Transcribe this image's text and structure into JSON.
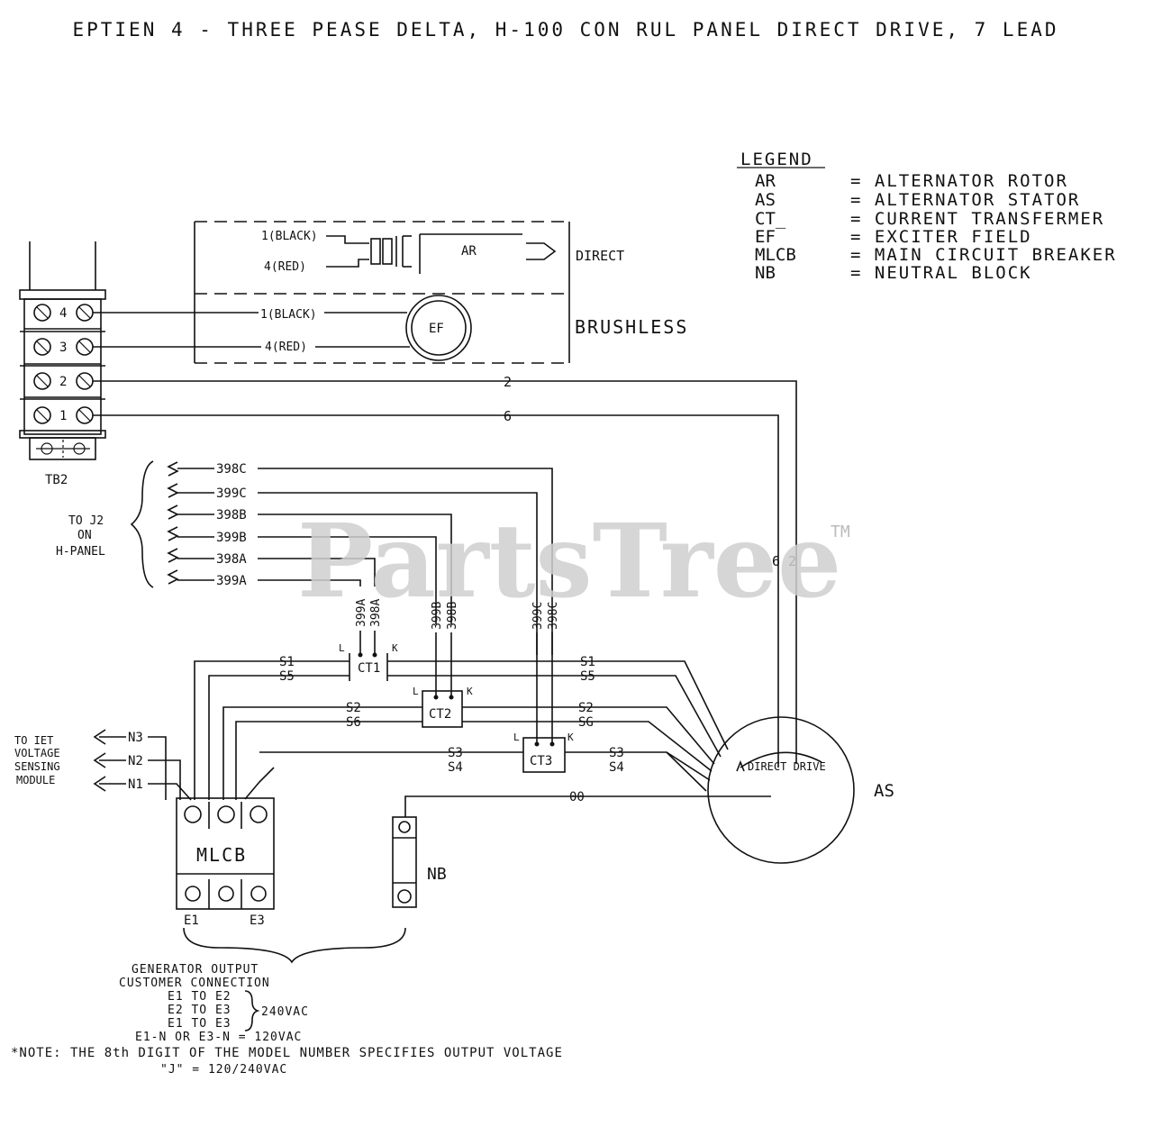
{
  "title": "EPTIEN 4 - THREE PEASE DELTA, H-100 CON RUL PANEL DIRECT DRIVE, 7 LEAD",
  "legend": {
    "heading": "LEGEND",
    "items": [
      {
        "code": "AR",
        "desc": "= ALTERNATOR ROTOR"
      },
      {
        "code": "AS",
        "desc": "= ALTERNATOR STATOR"
      },
      {
        "code": "CT_",
        "desc": "= CURRENT TRANSFERMER"
      },
      {
        "code": "EF",
        "desc": "= EXCITER FIELD"
      },
      {
        "code": "MLCB",
        "desc": "= MAIN CIRCUIT BREAKER"
      },
      {
        "code": "NB",
        "desc": "= NEUTRAL BLOCK"
      }
    ]
  },
  "excitation": {
    "direct_label": "DIRECT",
    "brushless_label": "BRUSHLESS",
    "ar_label": "AR",
    "ef_label": "EF",
    "wire_black_1": "1(BLACK)",
    "wire_red_1": "4(RED)",
    "wire_black_2": "1(BLACK)",
    "wire_red_2": "4(RED)"
  },
  "tb2": {
    "label": "TB2",
    "terminals": [
      "4",
      "3",
      "2",
      "1"
    ]
  },
  "wires": {
    "w2": "2",
    "w6": "6",
    "w62": "6 2",
    "w00": "00",
    "ct_in": [
      "398C",
      "399C",
      "398B",
      "399B",
      "398A",
      "399A"
    ],
    "ct1_vertical": [
      "399A",
      "398A"
    ],
    "ct2_vertical": [
      "399B",
      "398B"
    ],
    "ct3_vertical": [
      "399C",
      "398C"
    ],
    "left_s": [
      "S1",
      "S5",
      "S2",
      "S6",
      "S3",
      "S4"
    ],
    "right_s": [
      "S1",
      "S5",
      "S2",
      "SG",
      "S3",
      "S4"
    ],
    "neutral": [
      "N3",
      "N2",
      "N1"
    ]
  },
  "hpanel_note": [
    "TO J2",
    "ON",
    "H-PANEL"
  ],
  "sensing_note": [
    "TO IET",
    "VOLTAGE",
    "SENSING",
    "MODULE"
  ],
  "ct_labels": {
    "ct1": "CT1",
    "ct2": "CT2",
    "ct3": "CT3",
    "l": "L",
    "k": "K"
  },
  "mlcb": {
    "label": "MLCB",
    "e1": "E1",
    "e3": "E3"
  },
  "nb_label": "NB",
  "as_label": "AS",
  "direct_drive": "DIRECT DRIVE",
  "notes": {
    "line1": "GENERATOR OUTPUT",
    "line2": "CUSTOMER CONNECTION",
    "pair1": "E1 TO E2",
    "pair2": "E2 TO E3",
    "pair3": "E1 TO E3",
    "v240": "240VAC",
    "line_n": "E1-N OR E3-N = 120VAC",
    "note": "*NOTE: THE 8th DIGIT OF THE MODEL NUMBER SPECIFIES OUTPUT VOLTAGE",
    "volt": "\"J\" = 120/240VAC"
  },
  "watermark": {
    "text": "PartsTree",
    "tm": "TM"
  }
}
